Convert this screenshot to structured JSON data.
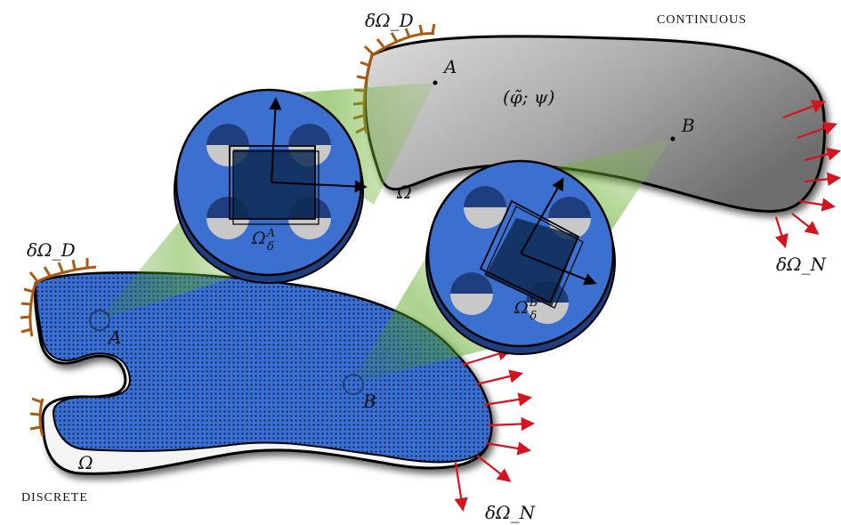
{
  "continuous": {
    "title": "CONTINUOUS",
    "dirichlet_label": "δΩ_D",
    "domain_label": "Ω",
    "field_label": "(φ̃; ψ)",
    "point_a": "A",
    "point_b": "B",
    "neumann_label": "δΩ_N"
  },
  "discrete": {
    "title": "DISCRETE",
    "dirichlet_label": "δΩ_D",
    "domain_label": "Ω",
    "point_a": "A",
    "point_b": "B",
    "neumann_label": "δΩ_N"
  },
  "rve_a": {
    "label": "Ω",
    "sub": "δ",
    "sup": "A"
  },
  "rve_b": {
    "label": "Ω",
    "sub": "δ",
    "sup": "B"
  },
  "colors": {
    "rve_blue": "#3b6fd0",
    "rve_dark": "#0e2a52",
    "dirichlet_brown": "#a85a12",
    "neumann_red": "#d4141e",
    "link_green": "#4aa012",
    "mesh_blue": "#2f64c8"
  }
}
